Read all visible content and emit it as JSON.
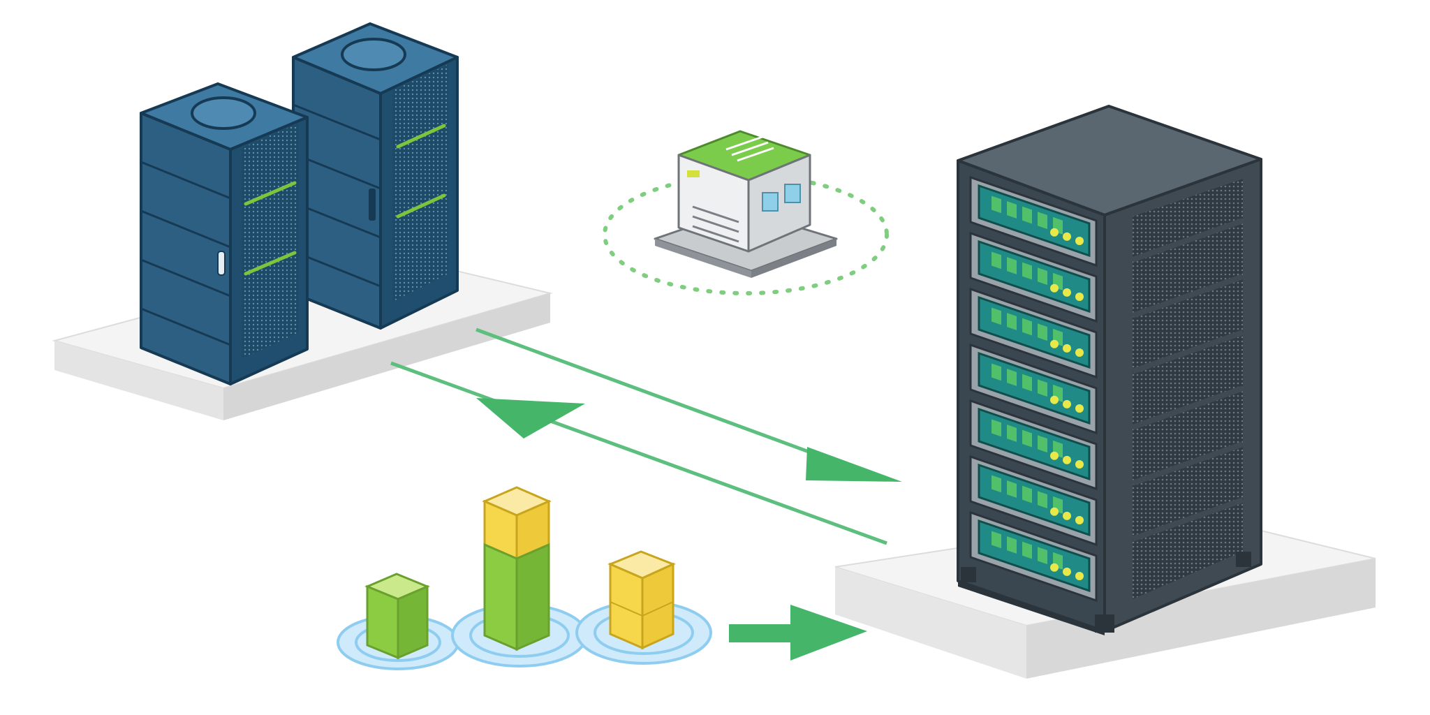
{
  "diagram": {
    "nodes": [
      {
        "id": "server-cluster",
        "icon": "server-tower-pair-icon"
      },
      {
        "id": "gateway-device",
        "icon": "network-appliance-icon"
      },
      {
        "id": "data-center-rack",
        "icon": "server-rack-icon"
      },
      {
        "id": "data-blocks",
        "icon": "stacked-data-blocks-icon"
      }
    ],
    "edges": [
      {
        "from": "server-cluster",
        "to": "data-center-rack",
        "direction": "forward"
      },
      {
        "from": "data-center-rack",
        "to": "server-cluster",
        "direction": "backward"
      },
      {
        "from": "data-blocks",
        "to": "data-center-rack",
        "direction": "forward"
      }
    ],
    "colors": {
      "tower_blue": "#1f4e6e",
      "rack_dark": "#3a4650",
      "arrow_green": "#4cba72",
      "led_green": "#7cc63d",
      "block_yellow": "#f2d03c",
      "ripple_blue": "#8fcdf0",
      "platform": "#f0f0f0"
    }
  }
}
